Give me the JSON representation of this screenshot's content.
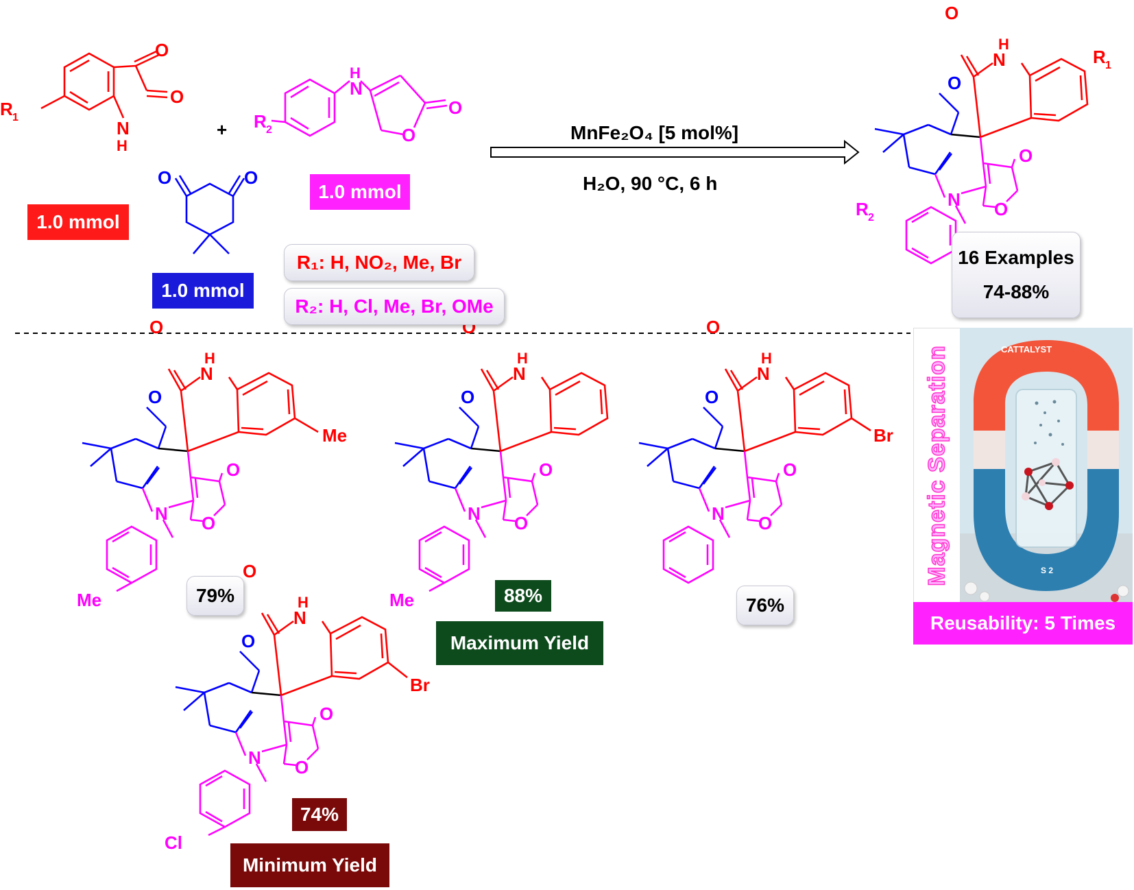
{
  "reagents": {
    "isatin_amount": "1.0 mmol",
    "dimedone_amount": "1.0 mmol",
    "enaminone_amount": "1.0 mmol",
    "plus": "+"
  },
  "conditions": {
    "catalyst": "MnFe₂O₄ [5 mol%]",
    "solvent_temp_time": "H₂O, 90 °C, 6 h"
  },
  "substituents": {
    "r1": "R₁: H, NO₂, Me, Br",
    "r2": "R₂: H, Cl, Me, Br, OMe"
  },
  "scope_summary": {
    "examples": "16 Examples",
    "yield_range": "74-88%"
  },
  "examples": [
    {
      "yield": "79%",
      "r1": "Me",
      "r2": "Me"
    },
    {
      "yield": "88%",
      "r2": "Me",
      "tag": "Maximum Yield"
    },
    {
      "yield": "76%",
      "r1": "Br"
    },
    {
      "yield": "74%",
      "r1": "Br",
      "r2": "Cl",
      "tag": "Minimum Yield"
    }
  ],
  "magnet_panel": {
    "vertical_title": "Magnetic Separation",
    "magnet_label": "CATTALYST",
    "magnet_marking": "S 2",
    "reusability": "Reusability: 5 Times"
  },
  "atoms": {
    "O": "O",
    "N": "N",
    "H": "H",
    "R1": "R",
    "R2": "R",
    "sub1": "1",
    "sub2": "2"
  },
  "colors": {
    "isatin": "#ff0000",
    "dimedone": "#0000ff",
    "enaminone": "#ff00ff",
    "max_yield_bg": "#0d4a1c",
    "min_yield_bg": "#7a0a0a"
  }
}
